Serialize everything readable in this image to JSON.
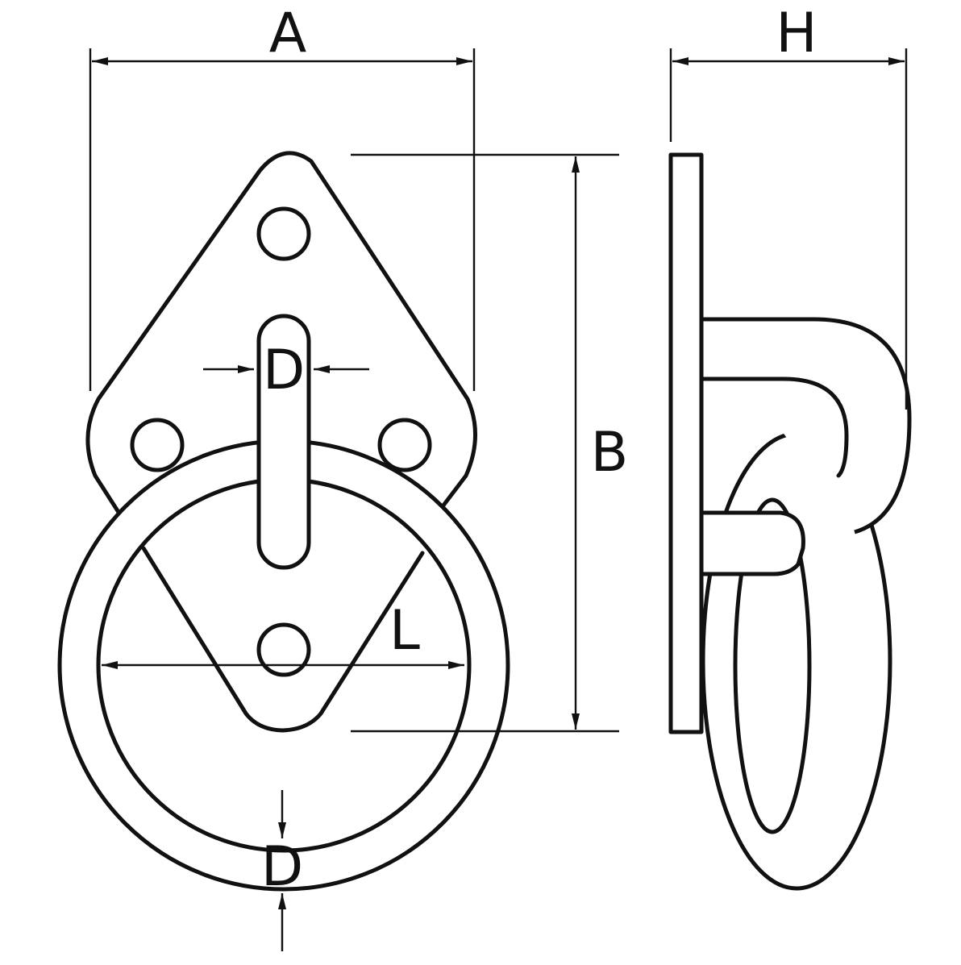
{
  "diagram": {
    "labels": {
      "width": "A",
      "height": "B",
      "depth": "H",
      "slot_width": "D",
      "ring_diameter": "L",
      "ring_thickness": "D"
    }
  }
}
